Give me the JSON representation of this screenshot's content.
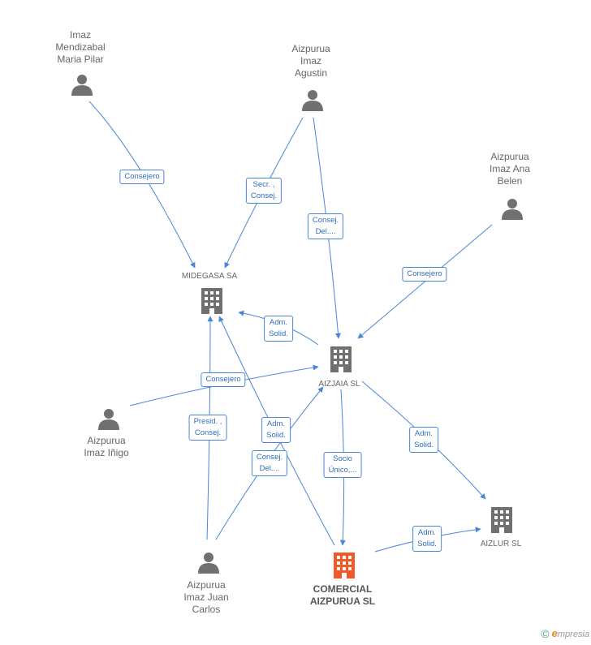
{
  "colors": {
    "edge": "#4a86d8",
    "person_icon": "#707070",
    "company_icon": "#707070",
    "focus_company_icon": "#f05a28"
  },
  "persons": {
    "mendizabal": "Imaz\nMendizabal\nMaria Pilar",
    "agustin": "Aizpurua\nImaz\nAgustin",
    "ana_belen": "Aizpurua\nImaz Ana\nBelen",
    "inigo": "Aizpurua\nImaz Iñigo",
    "juan_carlos": "Aizpurua\nImaz Juan\nCarlos"
  },
  "companies": {
    "midegasa": "MIDEGASA SA",
    "aizjaia": "AIZJAIA SL",
    "aizlur": "AIZLUR SL",
    "comercial": "COMERCIAL\nAIZPURUA SL"
  },
  "edges": {
    "e1": "Consejero",
    "e2": "Secr. ,\nConsej.",
    "e3": "Consej.\nDel....",
    "e4": "Consejero",
    "e5": "Adm.\nSolid.",
    "e6": "Consejero",
    "e7": "Presid. ,\nConsej.",
    "e8": "Adm.\nSolid.",
    "e9": "Consej.\nDel....",
    "e10": "Socio\nÚnico,...",
    "e11": "Adm.\nSolid.",
    "e12": "Adm.\nSolid."
  },
  "footer": {
    "copyright": "©",
    "brand_initial": "e",
    "brand_rest": "mpresia"
  }
}
